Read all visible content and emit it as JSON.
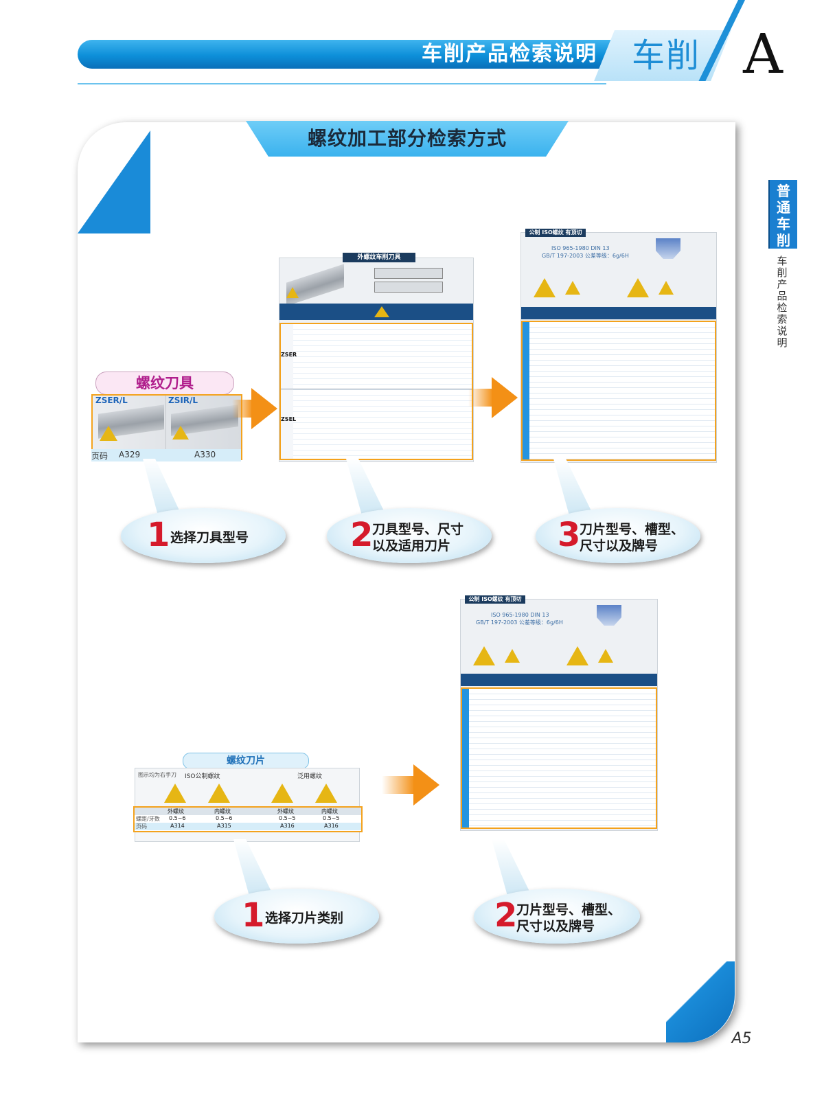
{
  "header": {
    "title": "车削产品检索说明",
    "section_tab": "车削",
    "section_letter": "A"
  },
  "side_tab": {
    "label": "普通车削",
    "sub_label": "车削产品检索说明"
  },
  "banner": "螺纹加工部分检索方式",
  "top_flow": {
    "tool_pill": "螺纹刀具",
    "tool_left_label": "ZSER/L",
    "tool_right_label": "ZSIR/L",
    "page_label": "页码",
    "page_left": "A329",
    "page_right": "A330",
    "table_title": "外螺纹车削刀具",
    "insert_title": "公制  ISO螺纹  有顶切",
    "insert_standard_line1": "ISO 965-1980  DIN 13",
    "insert_standard_line2": "GB/T 197-2003    公差等级：6g/6H",
    "zser_label": "ZSER",
    "zsel_label": "ZSEL",
    "steps": [
      {
        "num": "1",
        "line1": "选择刀具型号",
        "line2": ""
      },
      {
        "num": "2",
        "line1": "刀具型号、尺寸",
        "line2": "以及适用刀片"
      },
      {
        "num": "3",
        "line1": "刀片型号、槽型、",
        "line2": "尺寸以及牌号"
      }
    ]
  },
  "bottom_flow": {
    "insert_pill": "螺纹刀片",
    "note_left": "图示均为右手刀",
    "group_iso": "ISO公制螺纹",
    "group_general": "泛用螺纹",
    "col_headers": [
      "外螺纹",
      "内螺纹",
      "外螺纹",
      "内螺纹"
    ],
    "pitch_label": "螺距/牙数",
    "pitch_values": [
      "0.5~6",
      "0.5~6",
      "0.5~5",
      "0.5~5"
    ],
    "page_label": "页码",
    "page_values": [
      "A314",
      "A315",
      "A316",
      "A316"
    ],
    "insert_title": "公制  ISO螺纹  有顶切",
    "insert_standard_line1": "ISO 965-1980  DIN 13",
    "insert_standard_line2": "GB/T 197-2003    公差等级：6g/6H",
    "steps": [
      {
        "num": "1",
        "line1": "选择刀片类别",
        "line2": ""
      },
      {
        "num": "2",
        "line1": "刀片型号、槽型、",
        "line2": "尺寸以及牌号"
      }
    ]
  },
  "page_number": "A5",
  "colors": {
    "brand_blue": "#0d8fd9",
    "accent_orange": "#f39016",
    "step_red": "#d51a2b",
    "pill_magenta": "#b01e8c"
  }
}
